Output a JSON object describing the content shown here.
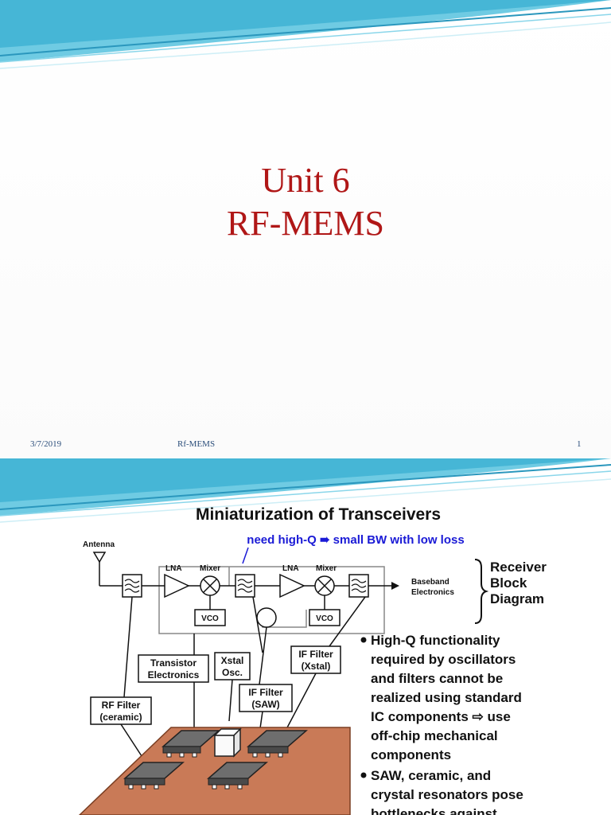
{
  "slide1": {
    "title_line1": "Unit 6",
    "title_line2": "RF-MEMS",
    "footer_date": "3/7/2019",
    "footer_title": "Rf-MEMS",
    "footer_page": "1"
  },
  "slide2": {
    "title": "Miniaturization of Transceivers",
    "note": "need high-Q ➠ small BW with low loss",
    "antenna_label": "Antenna",
    "lna1_label": "LNA",
    "mixer1_label": "Mixer",
    "lna2_label": "LNA",
    "mixer2_label": "Mixer",
    "vco1_label": "VCO",
    "vco2_label": "VCO",
    "baseband_line1": "Baseband",
    "baseband_line2": "Electronics",
    "receiver_line1": "Receiver",
    "receiver_line2": "Block",
    "receiver_line3": "Diagram",
    "transistor_line1": "Transistor",
    "transistor_line2": "Electronics",
    "xstal_line1": "Xstal",
    "xstal_line2": "Osc.",
    "iffilter_xstal_line1": "IF Filter",
    "iffilter_xstal_line2": "(Xstal)",
    "iffilter_saw_line1": "IF Filter",
    "iffilter_saw_line2": "(SAW)",
    "rffilter_line1": "RF Filter",
    "rffilter_line2": "(ceramic)",
    "bullet1_lines": [
      "High-Q functionality",
      "required by oscillators",
      "and filters cannot be",
      "realized using standard",
      "IC components ⇨   use",
      "off-chip mechanical",
      "components"
    ],
    "bullet2_lines": [
      "SAW, ceramic, and",
      "crystal resonators pose",
      "bottlenecks against"
    ]
  },
  "colors": {
    "title_red": "#b01717",
    "note_blue": "#1a1ad6",
    "board": "#c97a57",
    "wave_teal": "#3fb3d3"
  }
}
